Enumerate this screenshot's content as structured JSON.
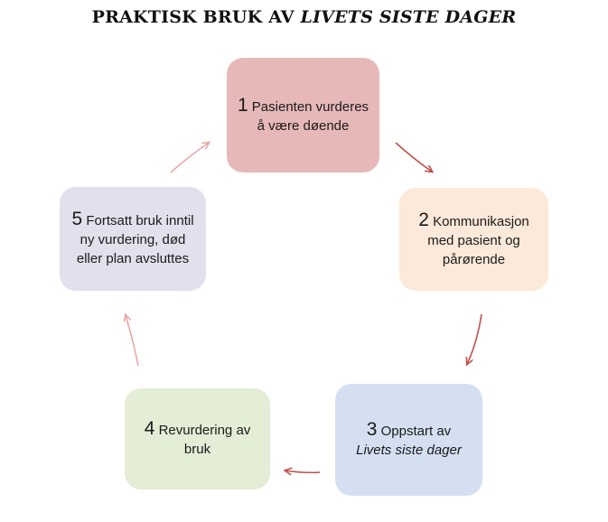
{
  "title": {
    "part1": "PRAKTISK BRUK AV ",
    "part2": "LIVETS SISTE DAGER"
  },
  "steps": [
    {
      "number": "1",
      "text": "Pasienten vurderes å være døende",
      "color": "#e6b9b8"
    },
    {
      "number": "2",
      "text": "Kommunikasjon med pasient og pårørende",
      "color": "#fde9d9"
    },
    {
      "number": "3",
      "text": "Oppstart av",
      "text_italic": "Livets siste dager",
      "color": "#d4e0f2"
    },
    {
      "number": "4",
      "text": "Revurdering av bruk",
      "color": "#e4edd6"
    },
    {
      "number": "5",
      "text": "Fortsatt bruk inntil ny vurdering, død eller plan avsluttes",
      "color": "#e3dfec"
    }
  ],
  "arrow_colors": {
    "dark": "#c0504d",
    "light": "#e8a8a6"
  }
}
